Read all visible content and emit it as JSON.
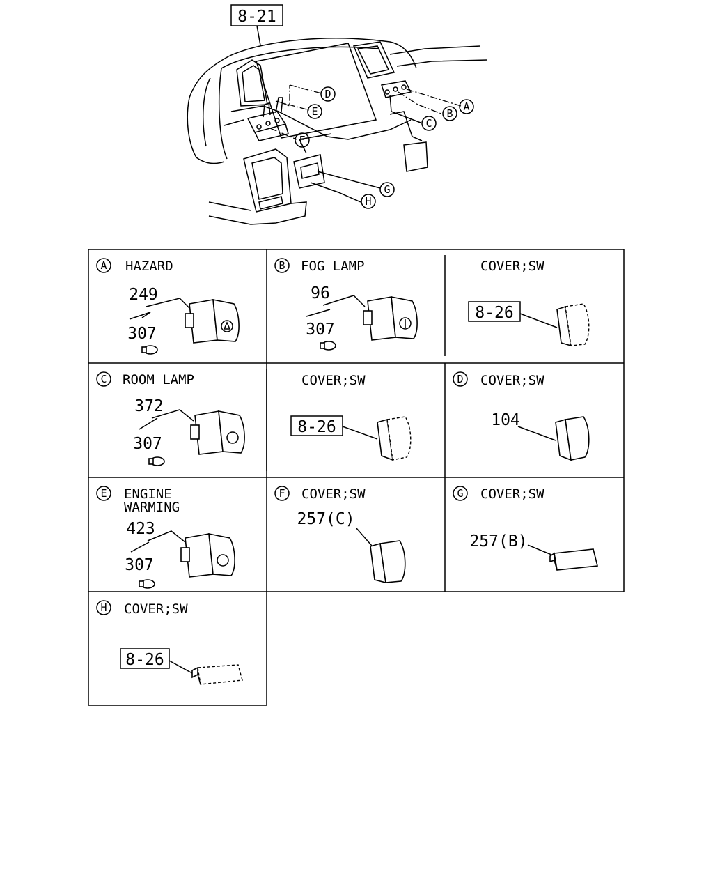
{
  "overview": {
    "ref_main": "8-21",
    "callouts": [
      "A",
      "B",
      "C",
      "D",
      "E",
      "F",
      "G",
      "H"
    ]
  },
  "cells": [
    {
      "letter": "A",
      "title": "HAZARD",
      "part_no": "249",
      "bulb_no": "307"
    },
    {
      "letter": "B",
      "title": "FOG LAMP",
      "part_no": "96",
      "bulb_no": "307"
    },
    {
      "title": "COVER;SW",
      "ref": "8-26"
    },
    {
      "letter": "C",
      "title": "ROOM LAMP",
      "part_no": "372",
      "bulb_no": "307"
    },
    {
      "title": "COVER;SW",
      "ref": "8-26"
    },
    {
      "letter": "D",
      "title": "COVER;SW",
      "part_no": "104"
    },
    {
      "letter": "E",
      "title_line1": "ENGINE",
      "title_line2": "WARMING",
      "part_no": "423",
      "bulb_no": "307"
    },
    {
      "letter": "F",
      "title": "COVER;SW",
      "part_no": "257(C)"
    },
    {
      "letter": "G",
      "title": "COVER;SW",
      "part_no": "257(B)"
    },
    {
      "letter": "H",
      "title": "COVER;SW",
      "ref": "8-26"
    }
  ]
}
